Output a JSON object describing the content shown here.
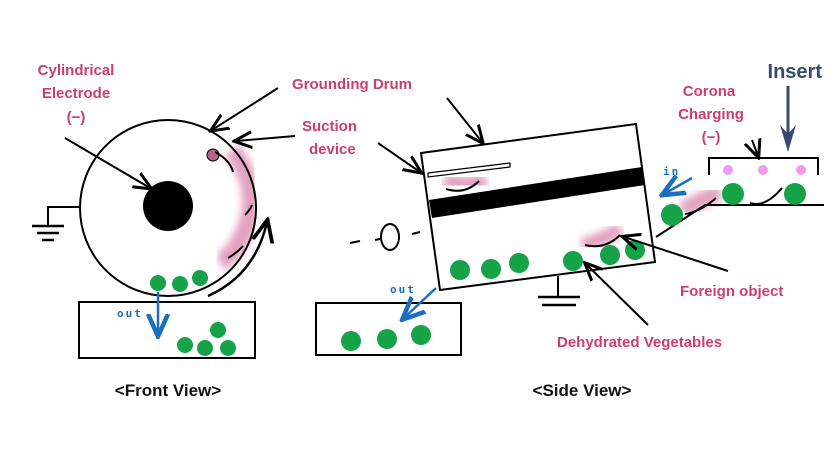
{
  "labels": {
    "cylindrical_electrode": [
      "Cylindrical",
      "Electrode",
      "(−)"
    ],
    "grounding_drum": "Grounding Drum",
    "suction_device": [
      "Suction",
      "device"
    ],
    "corona_charging": [
      "Corona",
      "Charging",
      "(−)"
    ],
    "insert": "Insert",
    "in": "in",
    "out_front": "out",
    "out_side": "out",
    "foreign_object": "Foreign object",
    "dehydrated_vegetables": "Dehydrated Vegetables",
    "front_view": "<Front View>",
    "side_view": "<Side View>"
  },
  "colors": {
    "label": "#cc3d72",
    "vegetable": "#16a348",
    "flow_arrow": "#1a6fbf",
    "insert": "#3a4a6e",
    "foreign_glow": "#e3a0c0",
    "corona": "#f29af0"
  }
}
